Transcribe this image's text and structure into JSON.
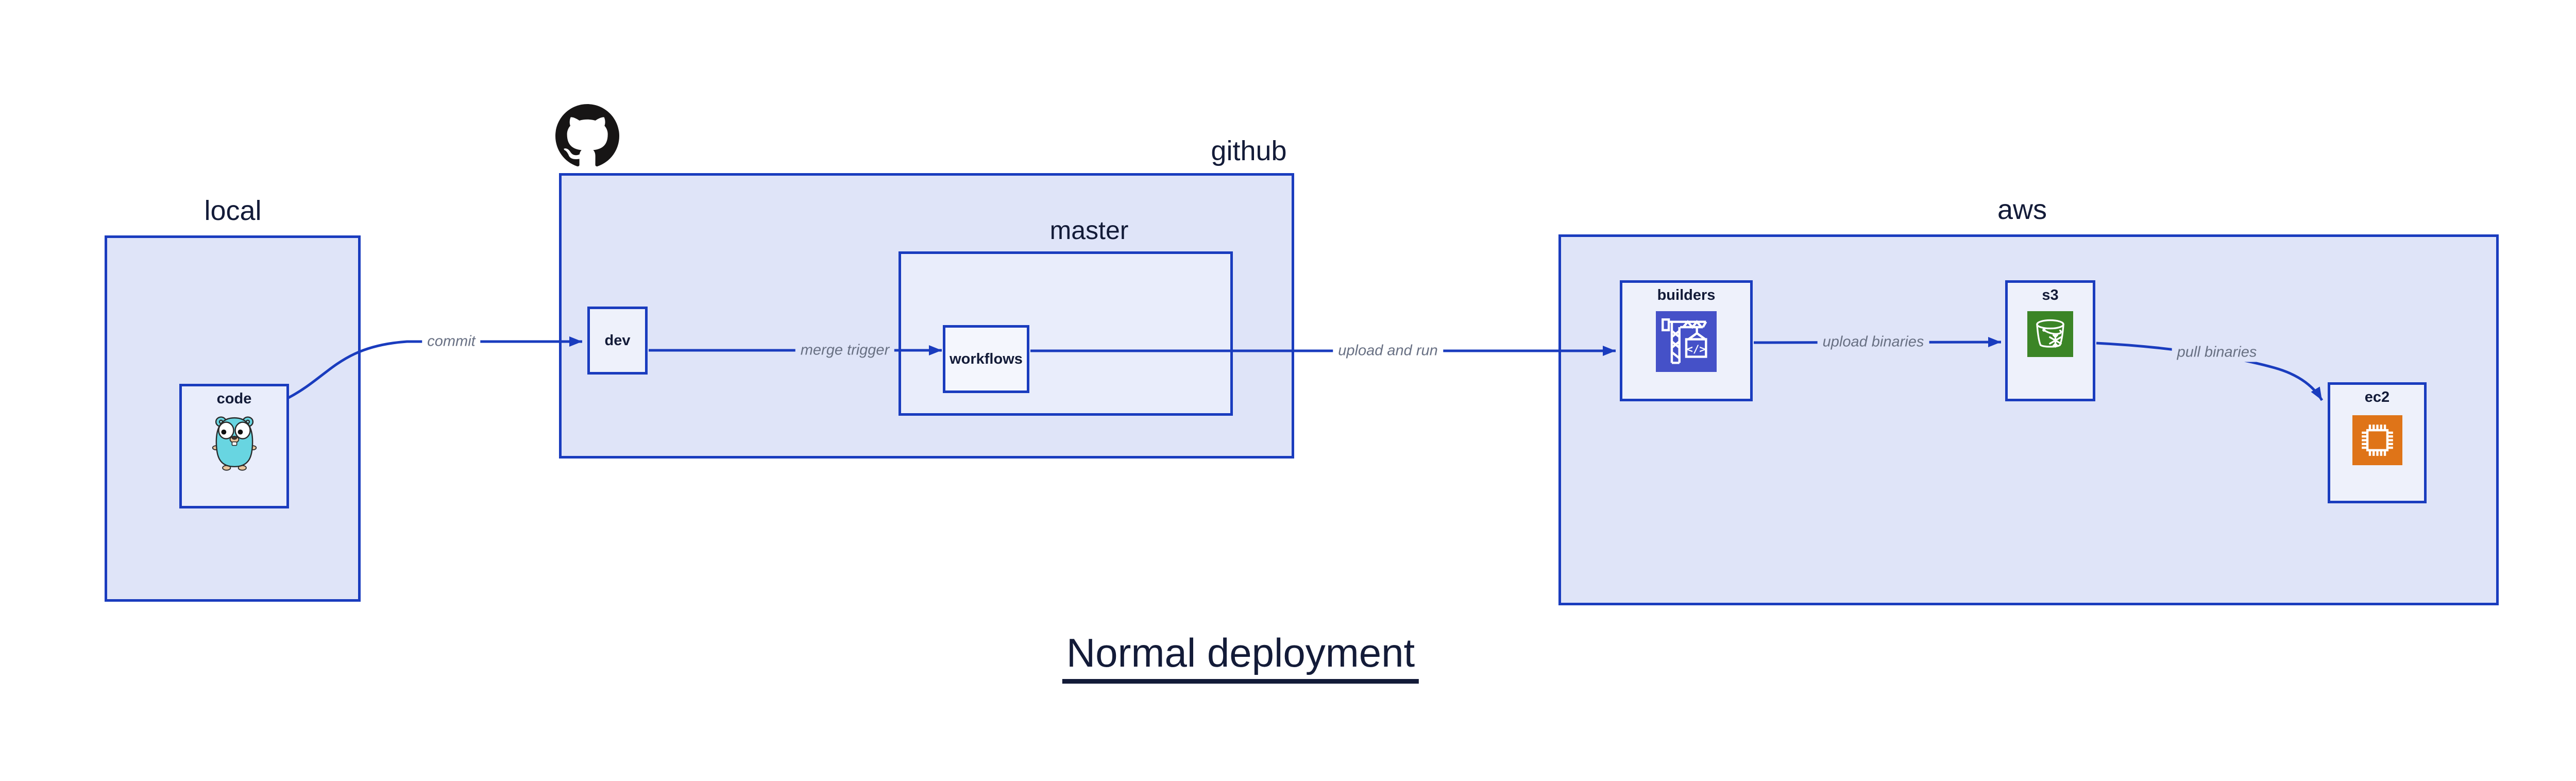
{
  "diagram_title": "Normal deployment",
  "containers": {
    "local": {
      "label": "local"
    },
    "github": {
      "label": "github",
      "icon": "github-octocat-icon"
    },
    "master": {
      "label": "master"
    },
    "aws": {
      "label": "aws"
    }
  },
  "nodes": {
    "code": {
      "label": "code",
      "icon": "go-gopher-icon"
    },
    "dev": {
      "label": "dev"
    },
    "workflows": {
      "label": "workflows"
    },
    "builders": {
      "label": "builders",
      "icon": "aws-codebuild-crane-icon"
    },
    "s3": {
      "label": "s3",
      "icon": "aws-s3-glacier-bucket-icon"
    },
    "ec2": {
      "label": "ec2",
      "icon": "aws-ec2-chip-icon"
    }
  },
  "edges": [
    {
      "from": "code",
      "to": "dev",
      "label": "commit"
    },
    {
      "from": "dev",
      "to": "workflows",
      "label": "merge trigger"
    },
    {
      "from": "workflows",
      "to": "builders",
      "label": "upload and run"
    },
    {
      "from": "builders",
      "to": "s3",
      "label": "upload binaries"
    },
    {
      "from": "s3",
      "to": "ec2",
      "label": "pull binaries"
    }
  ],
  "colors": {
    "box_border_blue": "#1a3cbe",
    "arrow_blue": "#1a3cbe",
    "container_fill": "#dfe4f8",
    "inner_container_fill": "#e9edfb",
    "node_fill": "#eef1fb",
    "workflows_fill": "#f4f6fd",
    "label_navy": "#131b38",
    "edge_label_gray": "#687083",
    "codebuild_purple": "#4551c8",
    "s3_green": "#3b8526",
    "ec2_orange": "#df7418",
    "gopher_teal": "#68d5e1",
    "github_black": "#171515"
  }
}
